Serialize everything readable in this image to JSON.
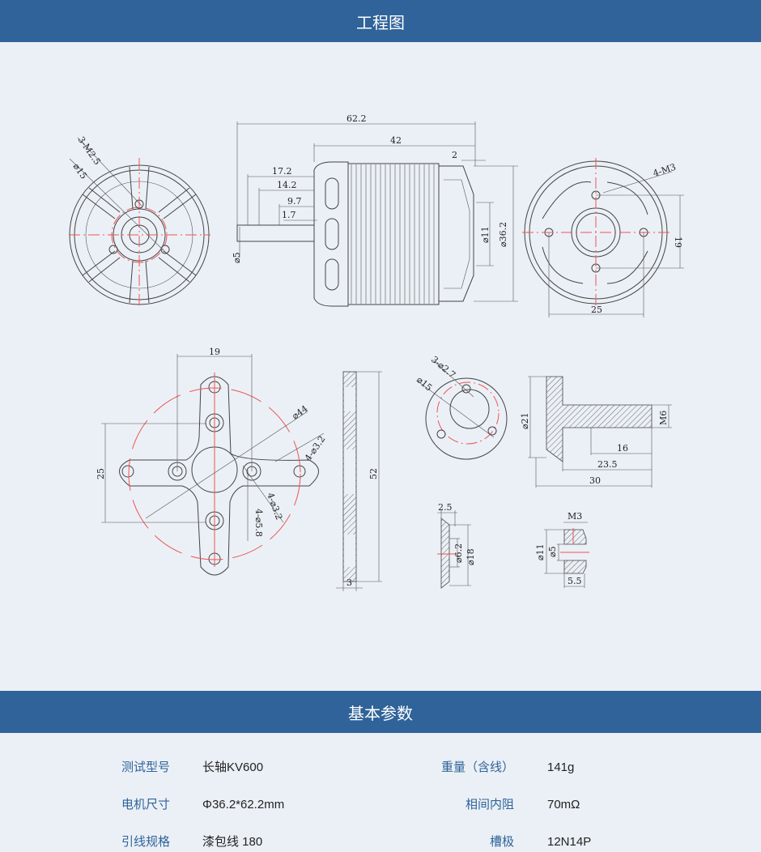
{
  "sections": {
    "drawing_title": "工程图",
    "params_title": "基本参数"
  },
  "drawing_labels": {
    "front_thread": "3-M2.5",
    "front_dia": "⌀15",
    "len_total": "62.2",
    "len_body": "42",
    "len_2": "2",
    "len_17_2": "17.2",
    "len_14_2": "14.2",
    "len_9_7": "9.7",
    "len_1_7": "1.7",
    "shaft_dia": "⌀5",
    "dia_11": "⌀11",
    "dia_36_2": "⌀36.2",
    "rear_thread": "4-M3",
    "rear_19": "19",
    "rear_25": "25",
    "mount_19": "19",
    "mount_25": "25",
    "mount_44": "⌀44",
    "mount_hole_a": "4-⌀3.2",
    "mount_hole_b": "4-⌀3.2",
    "mount_hole_c": "4-⌀5.8",
    "plate_52": "52",
    "plate_3": "3",
    "adapter_holes": "3-⌀2.7",
    "adapter_dia": "⌀15",
    "prop_21": "⌀21",
    "prop_m6": "M6",
    "prop_16": "16",
    "prop_23_5": "23.5",
    "prop_30": "30",
    "washer_2_5": "2.5",
    "washer_6_2": "⌀6.2",
    "washer_18": "⌀18",
    "collar_m3": "M3",
    "collar_11": "⌀11",
    "collar_5": "⌀5",
    "collar_5_5": "5.5"
  },
  "params": [
    {
      "label1": "测试型号",
      "value1": "长轴KV600",
      "label2": "重量（含线）",
      "value2": "141g"
    },
    {
      "label1": "电机尺寸",
      "value1": "Φ36.2*62.2mm",
      "label2": "相间内阻",
      "value2": "70mΩ"
    },
    {
      "label1": "引线规格",
      "value1": "漆包线 180",
      "label2": "槽极",
      "value2": "12N14P"
    }
  ],
  "colors": {
    "header": "#2f6399",
    "background": "#ebf0f6",
    "centerline": "#ee5555"
  }
}
